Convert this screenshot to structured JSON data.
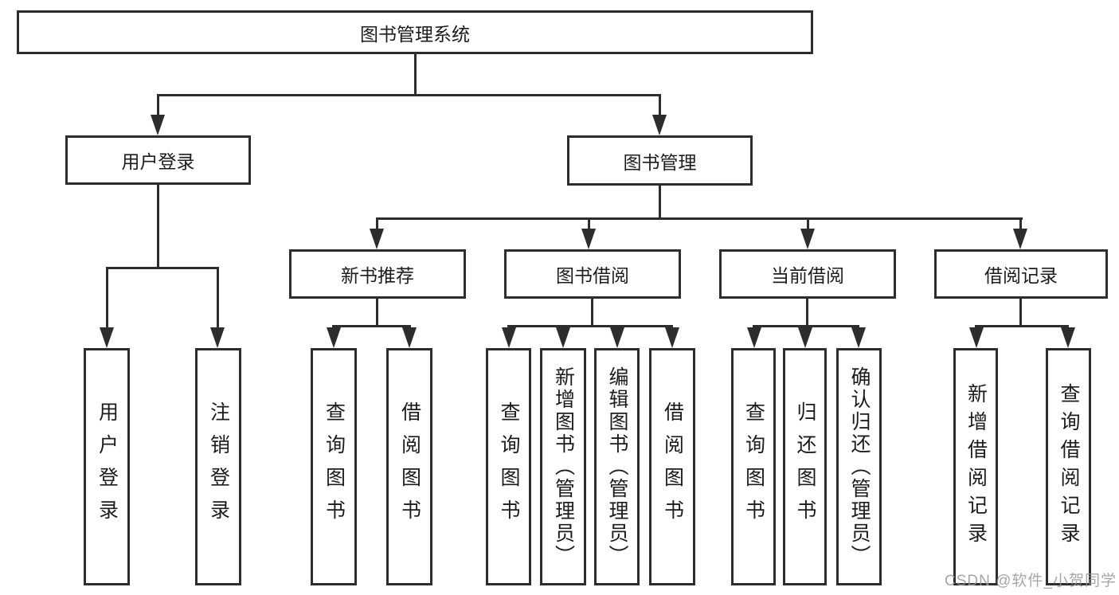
{
  "tree": {
    "root": {
      "label": "图书管理系统",
      "children": [
        {
          "label": "用户登录",
          "children": [
            {
              "label": "用户登录"
            },
            {
              "label": "注销登录"
            }
          ]
        },
        {
          "label": "图书管理",
          "children": [
            {
              "label": "新书推荐",
              "children": [
                {
                  "label": "查询图书"
                },
                {
                  "label": "借阅图书"
                }
              ]
            },
            {
              "label": "图书借阅",
              "children": [
                {
                  "label": "查询图书"
                },
                {
                  "label": "新增图书（管理员）"
                },
                {
                  "label": "编辑图书（管理员）"
                },
                {
                  "label": "借阅图书"
                }
              ]
            },
            {
              "label": "当前借阅",
              "children": [
                {
                  "label": "查询图书"
                },
                {
                  "label": "归还图书"
                },
                {
                  "label": "确认归还（管理员）"
                }
              ]
            },
            {
              "label": "借阅记录",
              "children": [
                {
                  "label": "新增借阅记录"
                },
                {
                  "label": "查询借阅记录"
                }
              ]
            }
          ]
        }
      ]
    }
  },
  "watermark": {
    "text": "CSDN @软件_小贺同学"
  },
  "colors": {
    "line": "#2d2d2d",
    "text": "#1c1c1c",
    "watermark": "#969696",
    "background": "#ffffff"
  }
}
